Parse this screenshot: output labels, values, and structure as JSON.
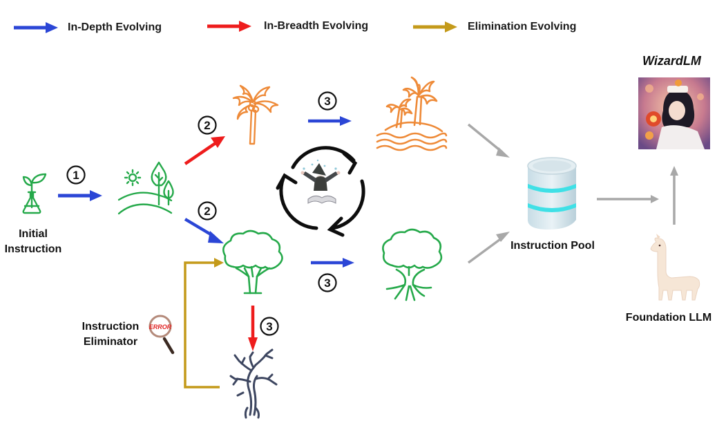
{
  "legend": [
    {
      "label": "In-Depth Evolving",
      "color": "#2b46d6",
      "icon": "arrow-right-blue"
    },
    {
      "label": "In-Breadth Evolving",
      "color": "#ee1c1c",
      "icon": "arrow-right-red"
    },
    {
      "label": "Elimination Evolving",
      "color": "#c49a1a",
      "icon": "arrow-right-gold"
    }
  ],
  "nodes": {
    "initial_instruction": {
      "line1": "Initial",
      "line2": "Instruction",
      "icon": "sprout-flask-icon"
    },
    "instruction_eliminator": {
      "line1": "Instruction",
      "line2": "Eliminator",
      "icon": "magnifier-error-icon",
      "icon_text": "ERROR"
    },
    "instruction_pool": {
      "label": "Instruction Pool",
      "icon": "database-icon"
    },
    "foundation_llm": {
      "label": "Foundation LLM",
      "icon": "alpaca-icon"
    },
    "wizardlm": {
      "label": "WizardLM",
      "icon": "wizard-portrait-icon"
    }
  },
  "steps": {
    "s1": "1",
    "s2_top": "2",
    "s2_bottom": "2",
    "s3_top": "3",
    "s3_mid": "3",
    "s3_down": "3"
  },
  "colors": {
    "depth": "#2b46d6",
    "breadth": "#ee1c1c",
    "elimination": "#c49a1a",
    "green_icon": "#25a94a",
    "orange_icon": "#ee8a38",
    "dead_tree": "#3d4660",
    "gray_arrow": "#a8a8a8",
    "pool_glow": "#3fe0e6"
  }
}
